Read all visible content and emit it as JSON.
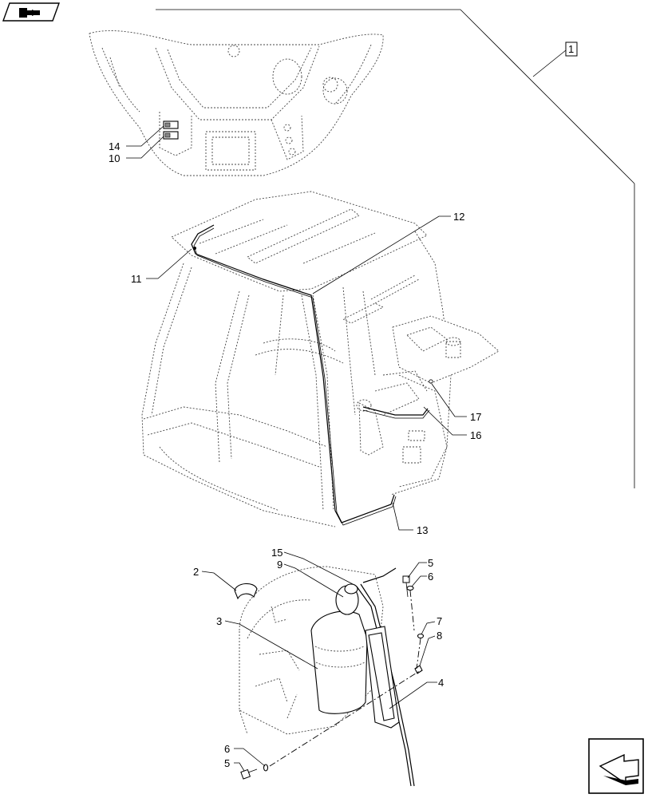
{
  "callouts": {
    "c1": "1",
    "c2": "2",
    "c3": "3",
    "c4": "4",
    "c5a": "5",
    "c5b": "5",
    "c6a": "6",
    "c6b": "6",
    "c7": "7",
    "c8": "8",
    "c9": "9",
    "c10": "10",
    "c11": "11",
    "c12": "12",
    "c13": "13",
    "c14": "14",
    "c15": "15",
    "c16": "16",
    "c17": "17"
  },
  "icons": {
    "top_left": "catalog-book-icon",
    "bottom_right": "next-page-arrow-icon"
  }
}
